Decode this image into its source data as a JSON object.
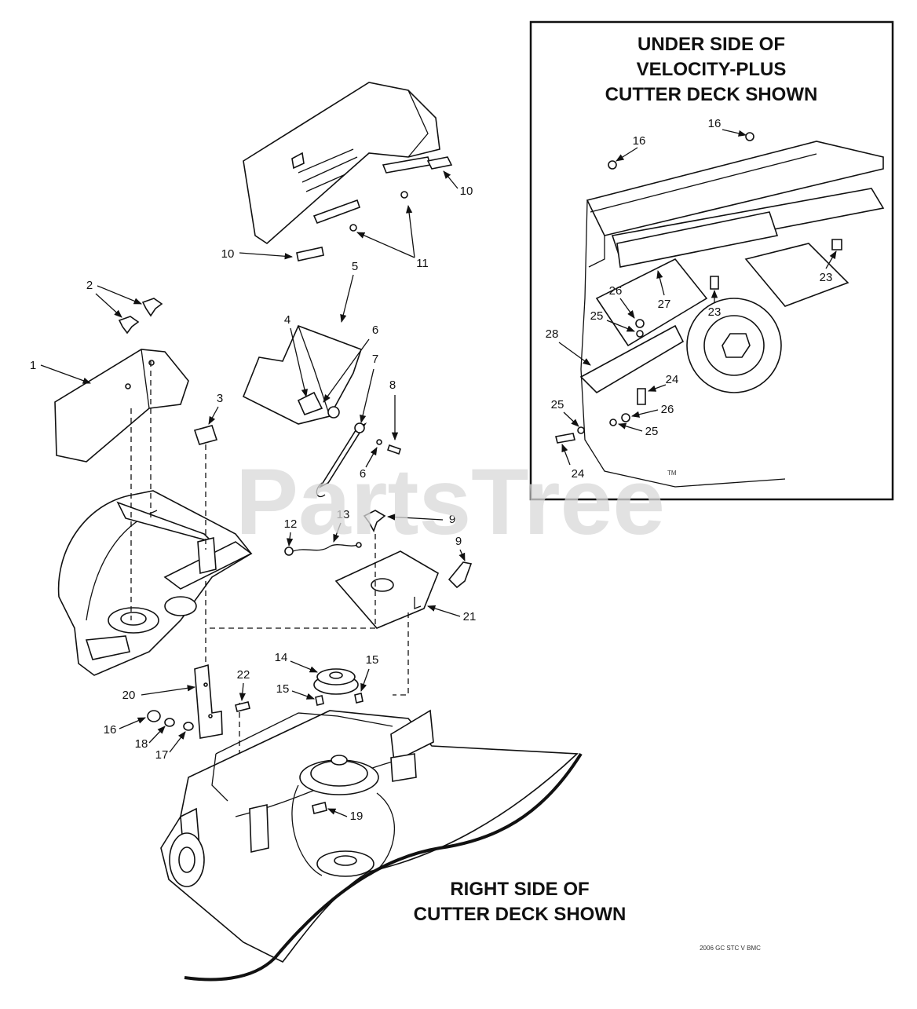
{
  "watermark": "PartsTree",
  "watermark_tm": "TM",
  "inset": {
    "title_line1": "UNDER SIDE OF",
    "title_line2": "VELOCITY-PLUS",
    "title_line3": "CUTTER DECK SHOWN"
  },
  "main_caption": {
    "line1": "RIGHT SIDE OF",
    "line2": "CUTTER DECK SHOWN"
  },
  "code": "2006 GC STC V BMC",
  "callouts": {
    "c1": "1",
    "c2": "2",
    "c3": "3",
    "c4": "4",
    "c5": "5",
    "c6a": "6",
    "c6b": "6",
    "c7": "7",
    "c8": "8",
    "c9a": "9",
    "c9b": "9",
    "c10a": "10",
    "c10b": "10",
    "c11": "11",
    "c12": "12",
    "c13": "13",
    "c14": "14",
    "c15a": "15",
    "c15b": "15",
    "c16a": "16",
    "c16b": "16",
    "c16c": "16",
    "c17": "17",
    "c18": "18",
    "c19": "19",
    "c20": "20",
    "c21": "21",
    "c22": "22",
    "c23a": "23",
    "c23b": "23",
    "c24a": "24",
    "c24b": "24",
    "c25a": "25",
    "c25b": "25",
    "c25c": "25",
    "c26a": "26",
    "c26b": "26",
    "c27": "27",
    "c28": "28"
  }
}
